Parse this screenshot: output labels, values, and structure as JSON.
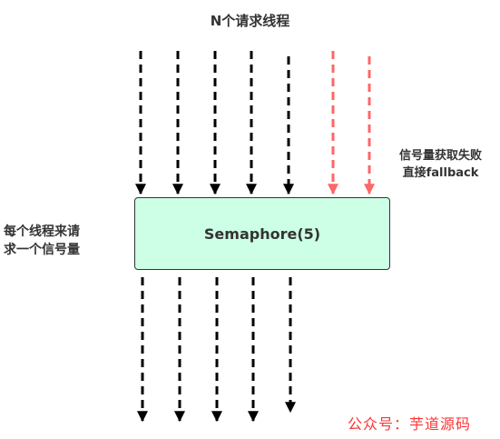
{
  "diagram": {
    "title": "N个请求线程",
    "box_label": "Semaphore(5)",
    "left_note": [
      "每个线程来请",
      "求一个信号量"
    ],
    "right_note": [
      "信号量获取失败",
      "直接fallback"
    ],
    "incoming_success_arrows": 5,
    "incoming_failed_arrows": 2,
    "outgoing_arrows": 5
  },
  "watermark": "公众号：芋道源码",
  "colors": {
    "box_fill": "#ccffe6",
    "arrow_black": "#000000",
    "arrow_failed": "#ff6666",
    "watermark": "#ff3333"
  }
}
